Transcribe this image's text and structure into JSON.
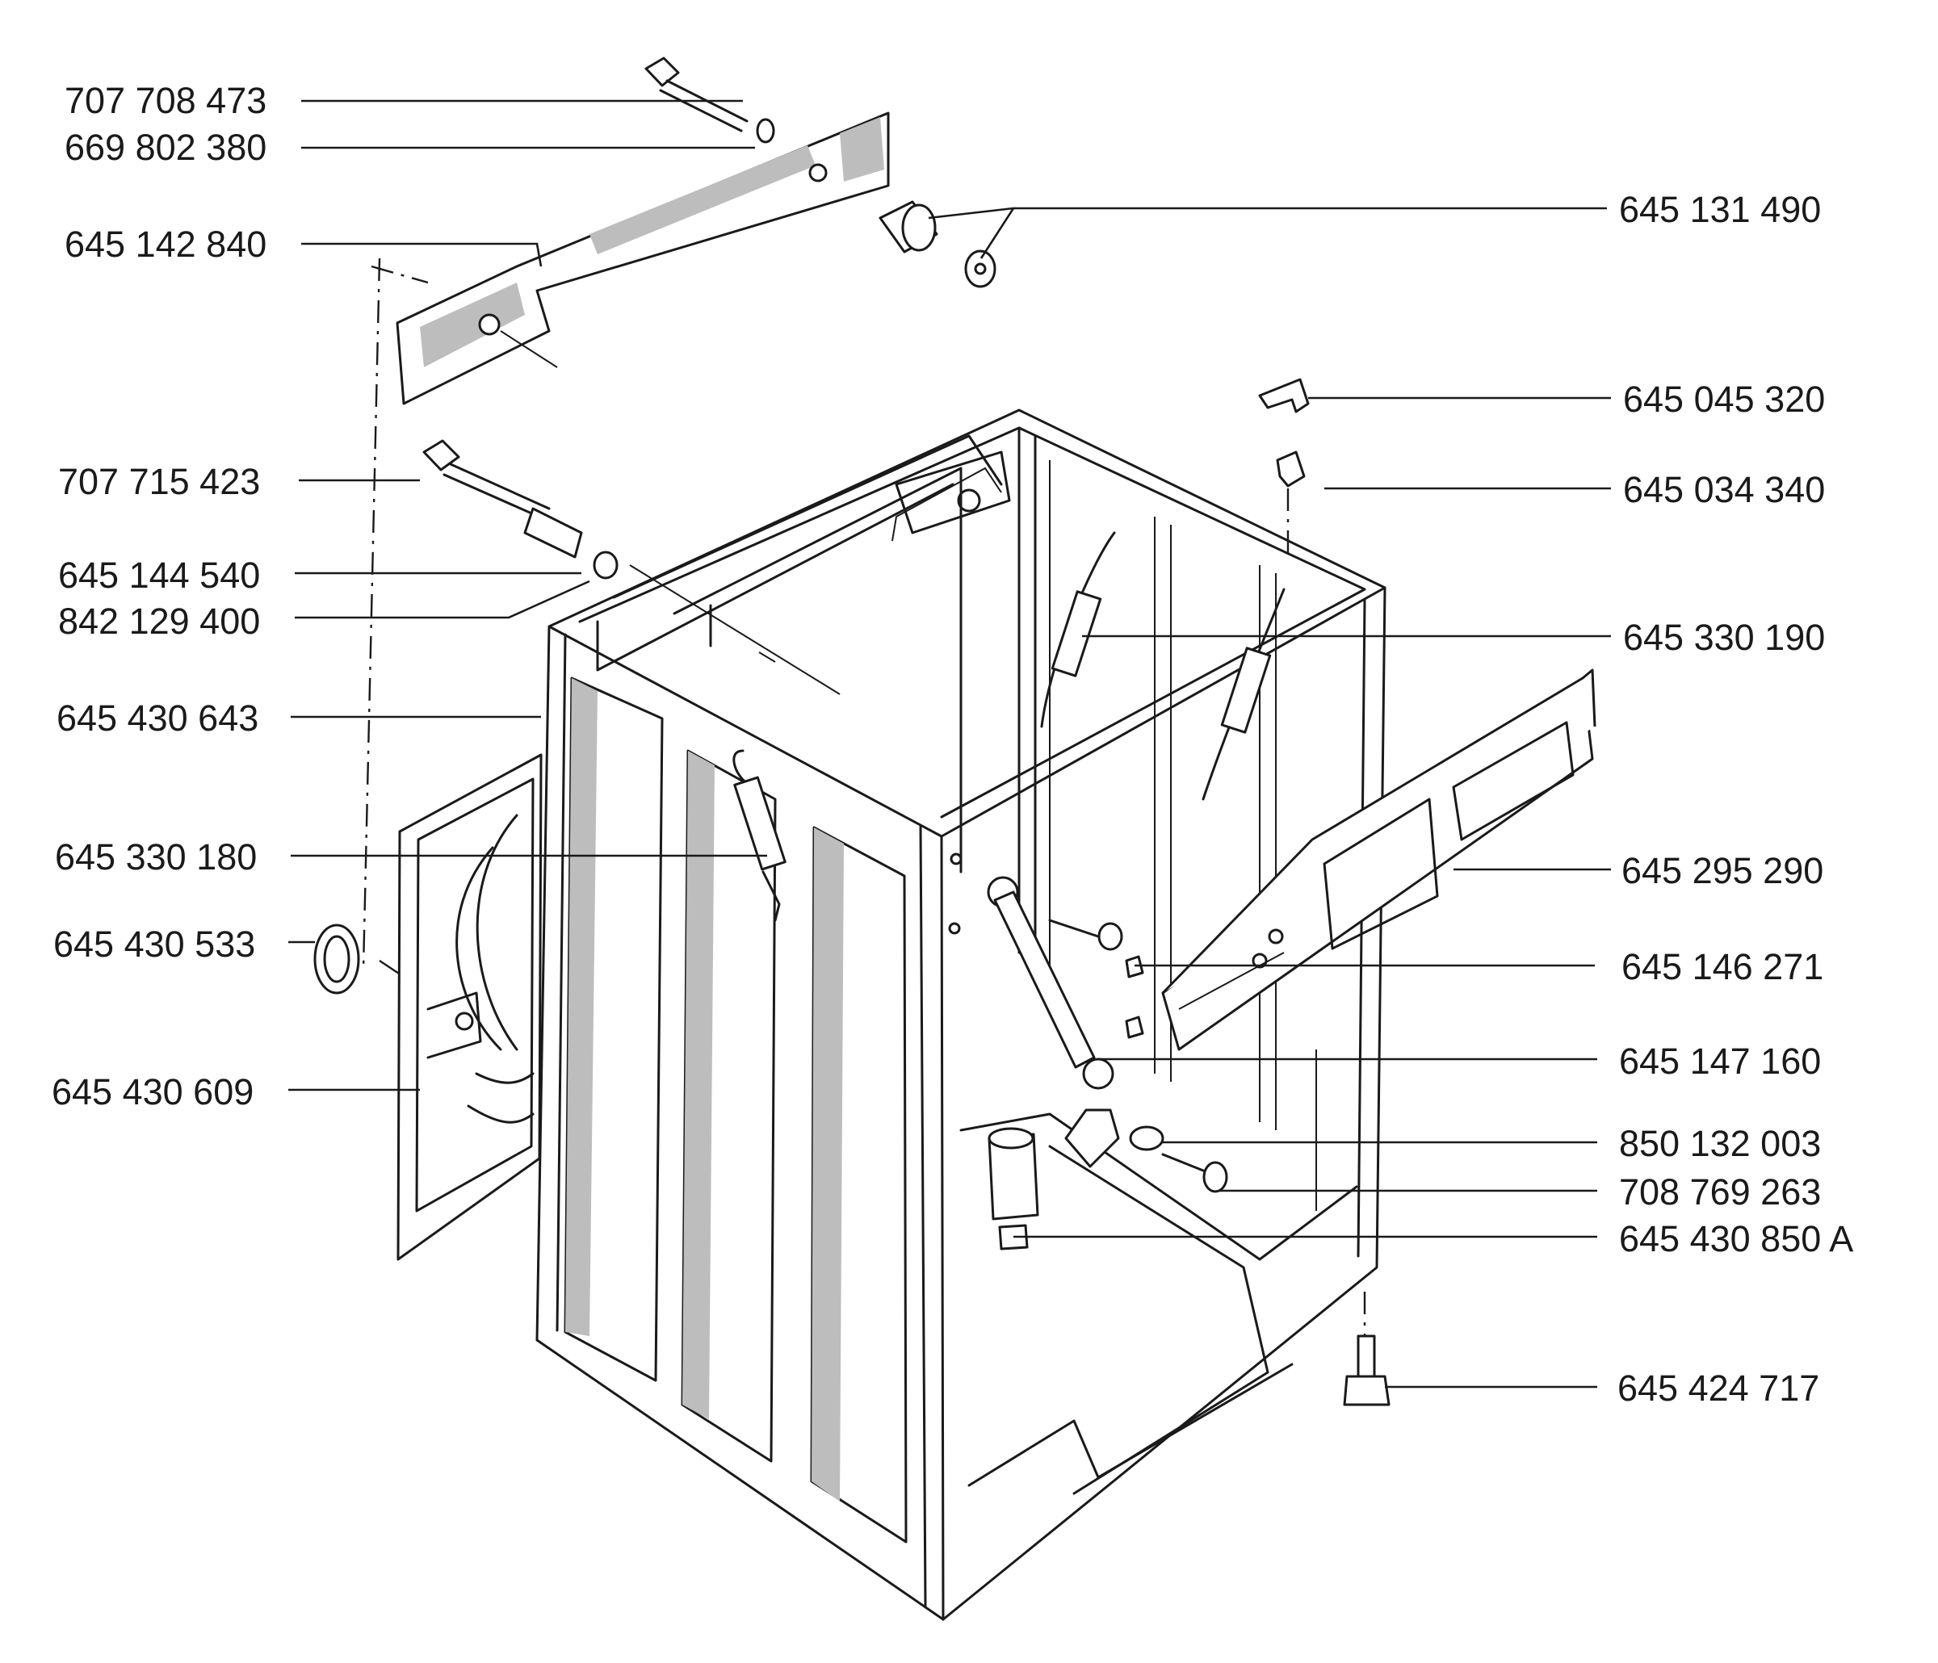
{
  "part_labels": [
    "707 708 473",
    "669 802 380",
    "645 142 840",
    "707 715 423",
    "645 144 540",
    "842 129 400",
    "645 430 643",
    "645 330 180",
    "645 430 533",
    "645 430 609",
    "645 131 490",
    "645 045 320",
    "645 034 340",
    "645 330 190",
    "645 295 290",
    "645 146 271",
    "645 147 160",
    "850 132 003",
    "708 769 263",
    "645 430 850 A",
    "645 424 717"
  ],
  "colors": {
    "ink": "#1a1a1a",
    "shading": "#bdbdbd",
    "background": "#ffffff"
  }
}
